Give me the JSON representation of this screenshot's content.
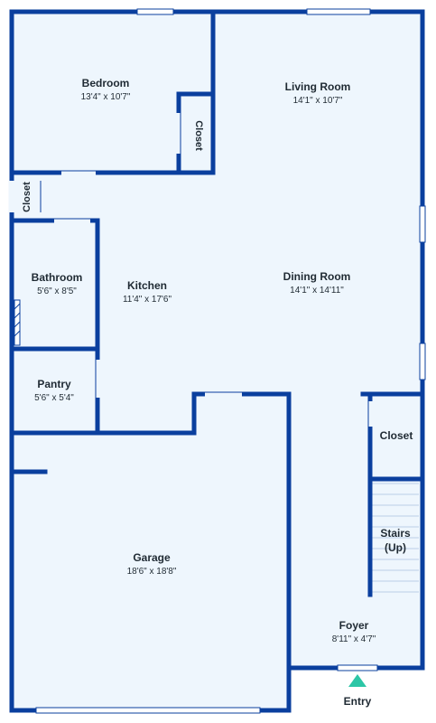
{
  "rooms": {
    "bedroom": {
      "name": "Bedroom",
      "dims": "13'4\" x 10'7\""
    },
    "living": {
      "name": "Living Room",
      "dims": "14'1\" x 10'7\""
    },
    "closet_bed": {
      "name": "Closet"
    },
    "closet_small": {
      "name": "Closet"
    },
    "bathroom": {
      "name": "Bathroom",
      "dims": "5'6\" x 8'5\""
    },
    "kitchen": {
      "name": "Kitchen",
      "dims": "11'4\" x 17'6\""
    },
    "dining": {
      "name": "Dining Room",
      "dims": "14'1\" x 14'11\""
    },
    "pantry": {
      "name": "Pantry",
      "dims": "5'6\" x 5'4\""
    },
    "closet_right": {
      "name": "Closet"
    },
    "stairs": {
      "line1": "Stairs",
      "line2": "(Up)"
    },
    "garage": {
      "name": "Garage",
      "dims": "18'6\" x 18'8\""
    },
    "foyer": {
      "name": "Foyer",
      "dims": "8'11\" x 4'7\""
    }
  },
  "entry": {
    "label": "Entry"
  },
  "colors": {
    "wall": "#0a3f9e",
    "floor": "#eef6fd",
    "window": "#ffffff",
    "entry_marker": "#2cc6a6"
  }
}
